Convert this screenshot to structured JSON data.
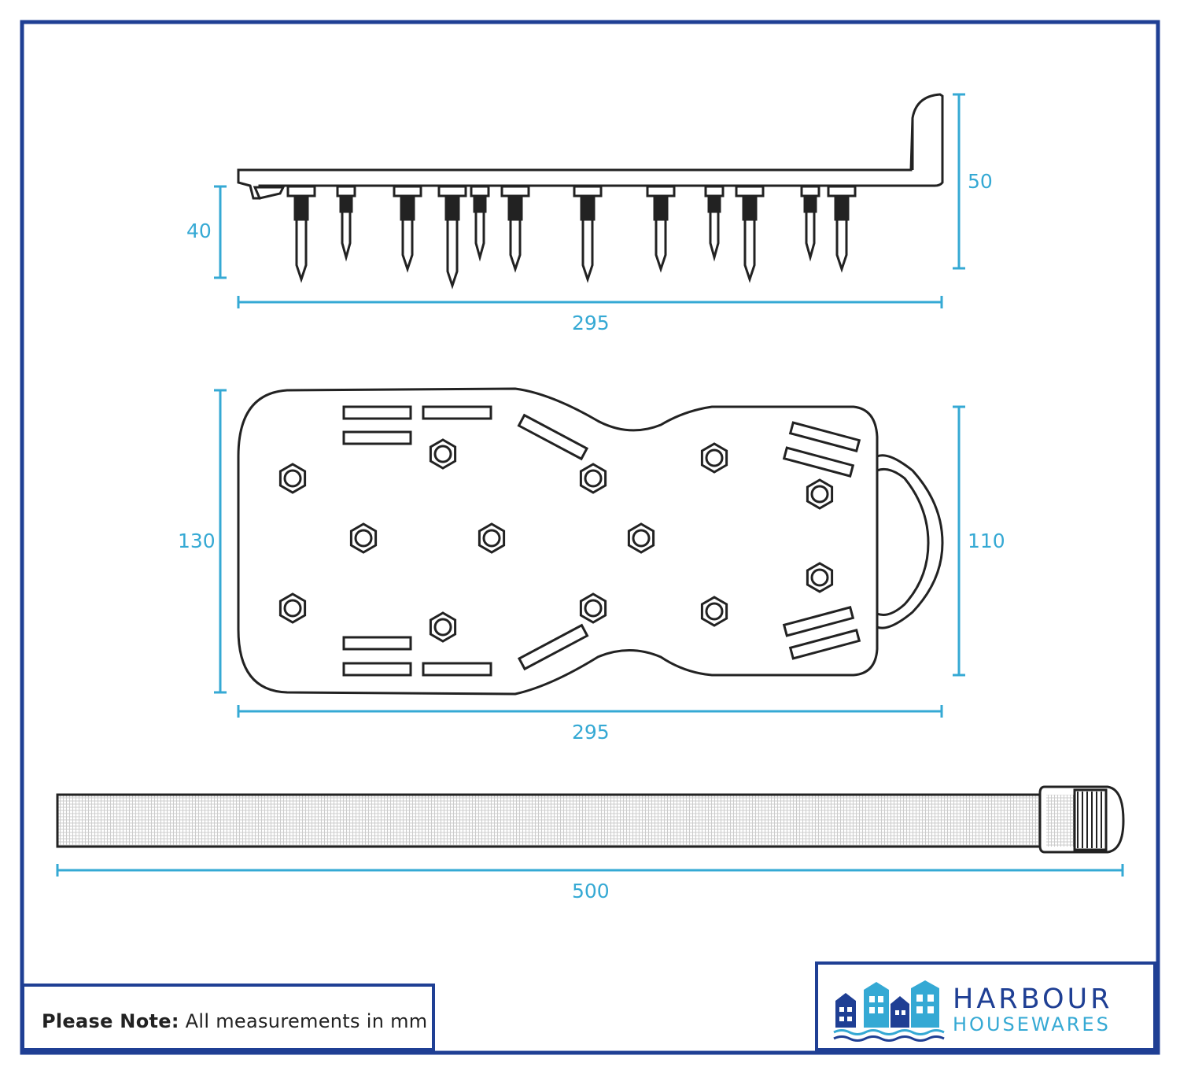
{
  "dimensions": {
    "side_height_spike": "40",
    "side_height_heel": "50",
    "side_length": "295",
    "top_width": "130",
    "top_width_heel": "110",
    "top_length": "295",
    "strap_length": "500"
  },
  "note": {
    "label": "Please Note:",
    "text": "All measurements in mm"
  },
  "brand": {
    "line1": "HARBOUR",
    "line2": "HOUSEWARES"
  },
  "colors": {
    "frame": "#1f3f94",
    "dimension": "#35a9d4",
    "drawing": "#222222"
  }
}
